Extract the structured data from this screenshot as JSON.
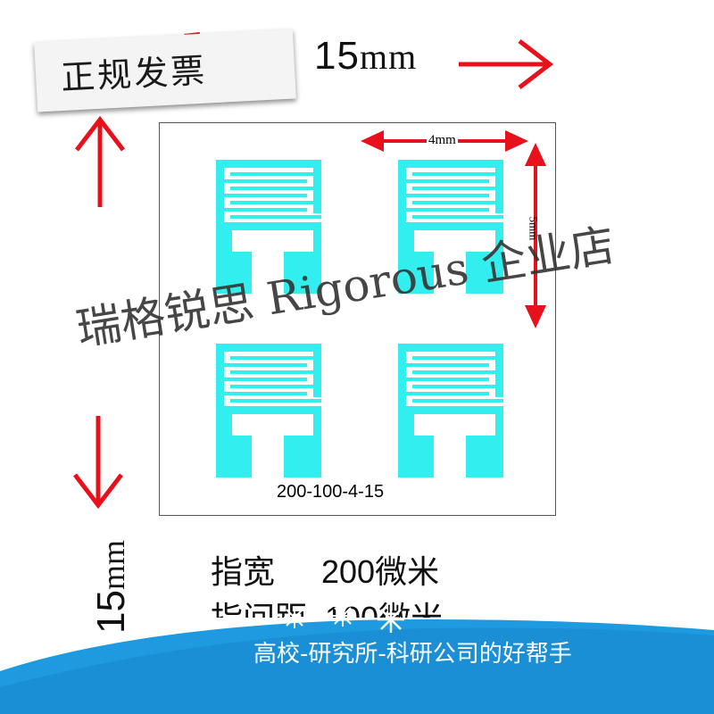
{
  "badge": {
    "text": "正规发票"
  },
  "top_dimension": {
    "value": "15",
    "unit": "mm"
  },
  "side_dimension": {
    "value": "15",
    "unit": "mm"
  },
  "inner_dimensions": {
    "width": "4mm",
    "height": "5mm"
  },
  "chip": {
    "label": "200-100-4-15"
  },
  "watermark": {
    "text": "瑞格锐思 Rigorous 企业店"
  },
  "specs": [
    {
      "label": "指宽",
      "value": "200微米"
    },
    {
      "label": "指间距",
      "value": "100微米"
    }
  ],
  "footer": {
    "text": "高校-研究所-科研公司的好帮手"
  },
  "colors": {
    "electrode": "#33EEEE",
    "arrow": "#E8101A",
    "footer_bg": "#1E9AE0"
  },
  "icons": [
    "arrow-right-icon",
    "arrow-up-icon",
    "arrow-down-icon",
    "double-arrow-horizontal-icon",
    "double-arrow-vertical-icon",
    "snowflake-icon"
  ]
}
